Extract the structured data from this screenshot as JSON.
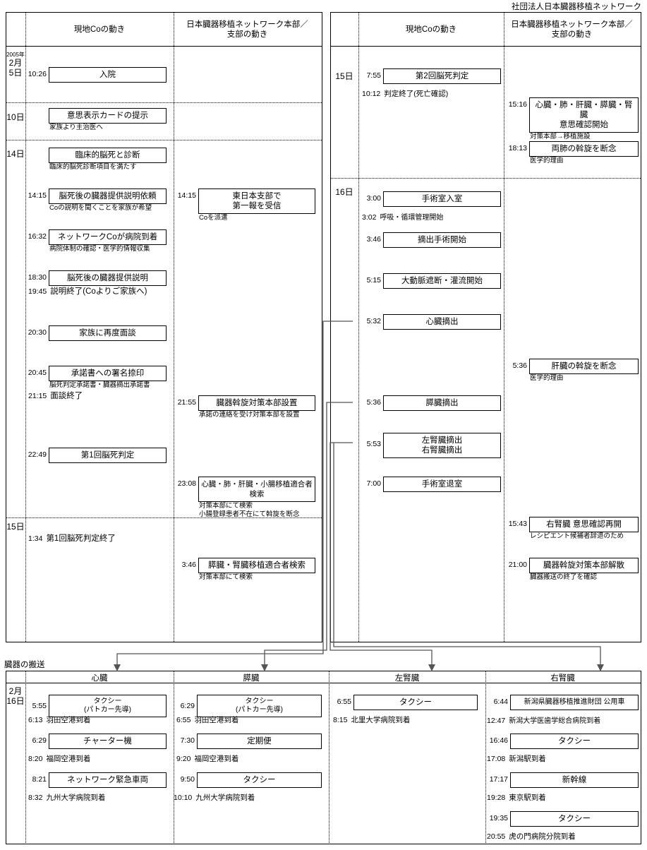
{
  "org_title": "社団法人日本臓器移植ネットワーク",
  "transport_section_label": "臓器の搬送",
  "columns": {
    "local_co": "現地Coの動き",
    "network_hq": "日本臓器移植ネットワーク本部／\n支部の動き"
  },
  "panel_left": {
    "header": {
      "col_local": "現地Coの動き",
      "col_hq": "日本臓器移植ネットワーク本部／\n支部の動き"
    },
    "days": [
      {
        "year": "2005年",
        "label": "2月\n5日"
      },
      {
        "label": "10日"
      },
      {
        "label": "14日"
      },
      {
        "label": "15日"
      }
    ],
    "local_events": [
      {
        "time": "10:26",
        "text": "入院",
        "note": ""
      },
      {
        "time": "",
        "text": "意思表示カードの提示",
        "note": "家族より主治医へ"
      },
      {
        "time": "",
        "text": "臨床的脳死と診断",
        "note": "臨床的脳死診断項目を満たす"
      },
      {
        "time": "14:15",
        "text": "脳死後の臓器提供説明依頼",
        "note": "Coの説明を聞くことを家族が希望"
      },
      {
        "time": "16:32",
        "text": "ネットワークCoが病院到着",
        "note": "病院体制の確認・医学的情報収集"
      },
      {
        "time": "18:30",
        "text": "脳死後の臓器提供説明",
        "note": ""
      },
      {
        "time": "20:30",
        "text": "家族に再度面談",
        "note": ""
      },
      {
        "time": "20:45",
        "text": "承諾書への署名捺印",
        "note": "脳死判定承諾書・臓器摘出承諾書"
      },
      {
        "time": "22:49",
        "text": "第1回脳死判定",
        "note": ""
      }
    ],
    "local_plain": [
      {
        "time": "19:45",
        "text": "説明終了(Coよりご家族へ)"
      },
      {
        "time": "21:15",
        "text": "面談終了"
      },
      {
        "time": "1:34",
        "text": "第1回脳死判定終了"
      }
    ],
    "hq_events": [
      {
        "time": "14:15",
        "text": "東日本支部で\n第一報を受信",
        "note": "Coを派遣"
      },
      {
        "time": "21:55",
        "text": "臓器斡旋対策本部設置",
        "note": "承諾の連絡を受け対策本部を設置"
      },
      {
        "time": "23:08",
        "text": "心臓・肺・肝臓・小腸移植適合者検索",
        "note": "対策本部にて検索\n小腸登録患者不在にて斡旋を断念"
      },
      {
        "time": "3:46",
        "text": "膵臓・腎臓移植適合者検索",
        "note": "対策本部にて検索"
      }
    ]
  },
  "panel_right": {
    "header": {
      "col_local": "現地Coの動き",
      "col_hq": "日本臓器移植ネットワーク本部／\n支部の動き"
    },
    "days": [
      {
        "label": "15日"
      },
      {
        "label": "16日"
      }
    ],
    "local_events": [
      {
        "time": "7:55",
        "text": "第2回脳死判定",
        "note": ""
      },
      {
        "time": "3:00",
        "text": "手術室入室",
        "note": ""
      },
      {
        "time": "3:46",
        "text": "摘出手術開始",
        "note": ""
      },
      {
        "time": "5:15",
        "text": "大動脈遮断・灌流開始",
        "note": ""
      },
      {
        "time": "5:32",
        "text": "心臓摘出",
        "note": ""
      },
      {
        "time": "5:36",
        "text": "膵臓摘出",
        "note": ""
      },
      {
        "time": "5:53",
        "text": "左腎臓摘出\n右腎臓摘出",
        "note": ""
      },
      {
        "time": "7:00",
        "text": "手術室退室",
        "note": ""
      }
    ],
    "local_plain": [
      {
        "time": "10:12",
        "text": "判定終了(死亡確認)"
      },
      {
        "time": "3:02",
        "text": "呼吸・循環管理開始"
      }
    ],
    "hq_events": [
      {
        "time": "15:16",
        "text": "心臓・肺・肝臓・膵臓・腎臓\n意思確認開始",
        "note": "対策本部→移植施設"
      },
      {
        "time": "18:13",
        "text": "両肺の斡旋を断念",
        "note": "医学的理由"
      },
      {
        "time": "5:36",
        "text": "肝臓の斡旋を断念",
        "note": "医学的理由"
      },
      {
        "time": "15:43",
        "text": "右腎臓 意思確認再開",
        "note": "レシピエント候補者辞退のため"
      },
      {
        "time": "21:00",
        "text": "臓器斡旋対策本部解散",
        "note": "臓器搬送の終了を確認"
      }
    ]
  },
  "transport": {
    "date_label": "2月\n16日",
    "columns": [
      {
        "organ": "心臓"
      },
      {
        "organ": "膵臓"
      },
      {
        "organ": "左腎臓"
      },
      {
        "organ": "右腎臓"
      }
    ],
    "heart": [
      {
        "time": "5:55",
        "text": "タクシー\n(パトカー先導)",
        "arr_time": "6:13",
        "arr_text": "羽田空港到着"
      },
      {
        "time": "6:29",
        "text": "チャーター機",
        "arr_time": "8:20",
        "arr_text": "福岡空港到着"
      },
      {
        "time": "8:21",
        "text": "ネットワーク緊急車両",
        "arr_time": "8:32",
        "arr_text": "九州大学病院到着"
      }
    ],
    "pancreas": [
      {
        "time": "6:29",
        "text": "タクシー\n(パトカー先導)",
        "arr_time": "6:55",
        "arr_text": "羽田空港到着"
      },
      {
        "time": "7:30",
        "text": "定期便",
        "arr_time": "9:20",
        "arr_text": "福岡空港到着"
      },
      {
        "time": "9:50",
        "text": "タクシー",
        "arr_time": "10:10",
        "arr_text": "九州大学病院到着"
      }
    ],
    "left_kidney": [
      {
        "time": "6:55",
        "text": "タクシー",
        "arr_time": "8:15",
        "arr_text": "北里大学病院到着"
      }
    ],
    "right_kidney": [
      {
        "time": "6:44",
        "text": "新潟県臓器移植推進財団 公用車",
        "arr_time": "12:47",
        "arr_text": "新潟大学医歯学総合病院到着"
      },
      {
        "time": "16:46",
        "text": "タクシー",
        "arr_time": "17:08",
        "arr_text": "新潟駅到着"
      },
      {
        "time": "17:17",
        "text": "新幹線",
        "arr_time": "19:28",
        "arr_text": "東京駅到着"
      },
      {
        "time": "19:35",
        "text": "タクシー",
        "arr_time": "20:55",
        "arr_text": "虎の門病院分院到着"
      }
    ]
  }
}
